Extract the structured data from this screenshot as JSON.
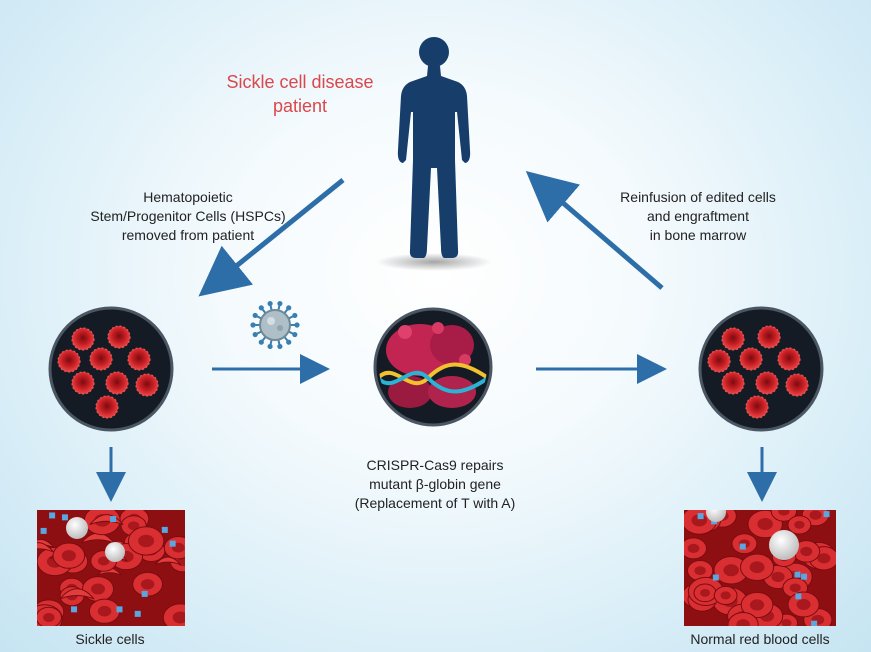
{
  "patient_label": [
    "Sickle cell disease",
    "patient"
  ],
  "hspc_label": [
    "Hematopoietic",
    "Stem/Progenitor Cells (HSPCs)",
    "removed from patient"
  ],
  "reinfusion_label": [
    "Reinfusion of edited cells",
    "and engraftment",
    "in bone marrow"
  ],
  "crispr_label": [
    "CRISPR-Cas9 repairs",
    "mutant β-globin gene",
    "(Replacement of T with A)"
  ],
  "sickle_label": "Sickle cells",
  "normal_label": "Normal red blood cells",
  "colors": {
    "arrow": "#2e6ea8",
    "title": "#d9484c",
    "silhouette": "#173e6b",
    "cell": "#d22a30",
    "dish": "#151b24"
  }
}
